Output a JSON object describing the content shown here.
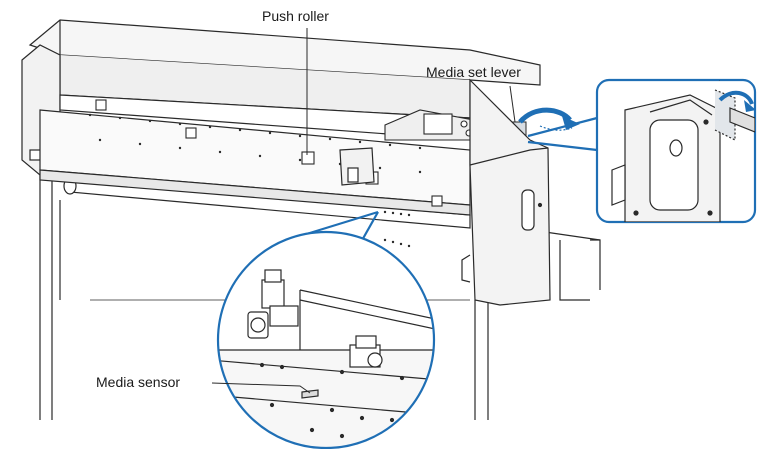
{
  "labels": {
    "push_roller": "Push roller",
    "media_set_lever": "Media set lever",
    "media_sensor": "Media sensor"
  },
  "icons": {
    "curved_arrow": "curved-arrow-icon"
  },
  "colors": {
    "callout_blue": "#1f6fb5",
    "arrow_blue": "#1f6fb5",
    "line_dark": "#2a2a2a",
    "machine_fill": "#f4f4f4"
  }
}
